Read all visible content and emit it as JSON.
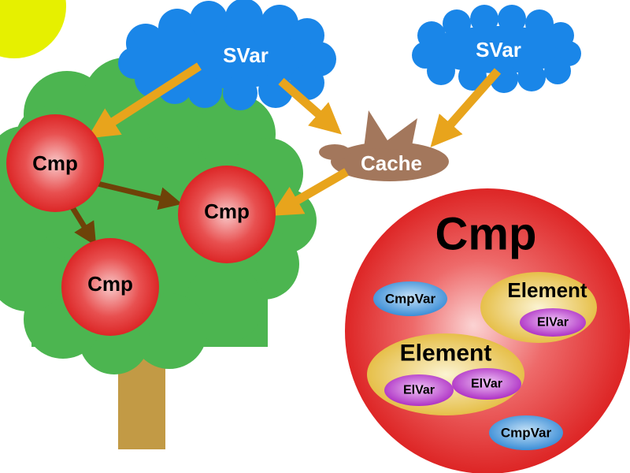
{
  "diagram": {
    "clouds": {
      "left": {
        "label": "SVar"
      },
      "right": {
        "label": "SVar"
      }
    },
    "cache": {
      "label": "Cache"
    },
    "tree_nodes": {
      "top": {
        "label": "Cmp"
      },
      "middle": {
        "label": "Cmp"
      },
      "bottom": {
        "label": "Cmp"
      }
    },
    "big_component": {
      "title": "Cmp",
      "cmpvars": [
        {
          "label": "CmpVar"
        },
        {
          "label": "CmpVar"
        }
      ],
      "elements": [
        {
          "label": "Element",
          "elvars": [
            {
              "label": "ElVar"
            }
          ]
        },
        {
          "label": "Element",
          "elvars": [
            {
              "label": "ElVar"
            },
            {
              "label": "ElVar"
            }
          ]
        }
      ]
    }
  },
  "colors": {
    "sun": "#e6f000",
    "cloud": "#1a86e8",
    "tree_foliage": "#4cb550",
    "tree_trunk": "#c29a45",
    "component_red": "#e02a2a",
    "arrow_gold": "#e8a41c",
    "arrow_brown": "#6e4208",
    "cache_brown": "#a3775c",
    "element_gold": "#e5b93b",
    "cmpvar_blue": "#3a8ed8",
    "elvar_purple": "#b22fc4"
  }
}
